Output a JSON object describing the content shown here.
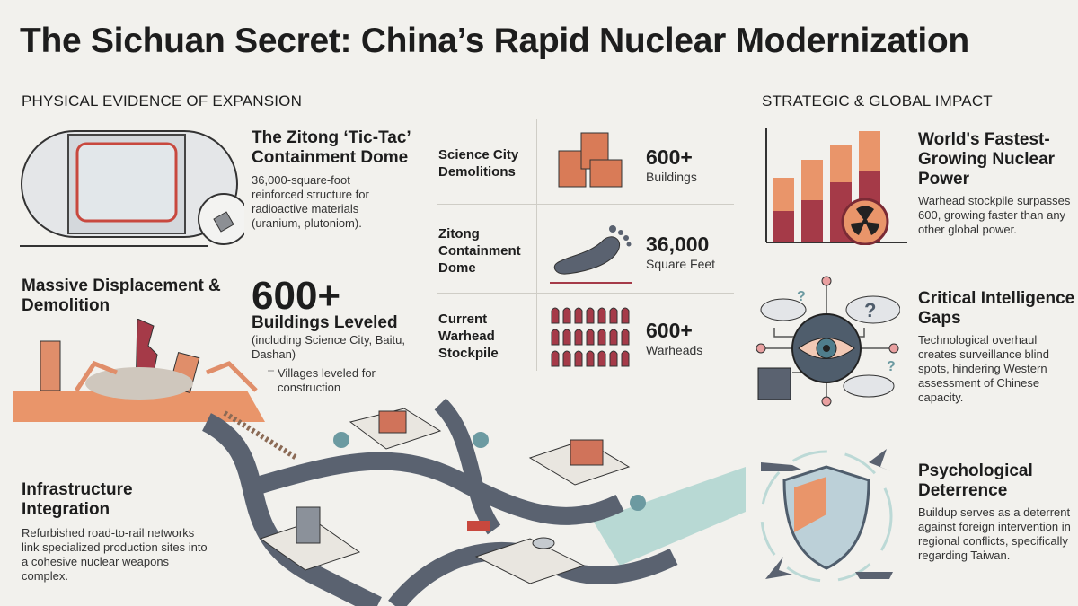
{
  "title": "The Sichuan Secret: China’s Rapid Nuclear Modernization",
  "left": {
    "section_title": "PHYSICAL EVIDENCE OF EXPANSION",
    "dome": {
      "title": "The Zitong ‘Tic-Tac’ Containment Dome",
      "text": "36,000-square-foot reinforced structure for radioactive materials (uranium, plutoniom)."
    },
    "displacement": {
      "title": "Massive Displacement & Demolition",
      "stat": "600+",
      "stat_label": "Buildings Leveled",
      "detail": "(including Science City, Baitu, Dashan)",
      "callout": "Villages leveled for construction"
    },
    "infrastructure": {
      "title": "Infrastructure Integration",
      "text": "Refurbished road-to-rail networks link specialized production sites into a cohesive nuclear weapons complex."
    }
  },
  "middle": {
    "rows": [
      {
        "label": "Science City Demolitions",
        "value": "600+",
        "unit": "Buildings",
        "icon": "buildings-stack-icon"
      },
      {
        "label": "Zitong Containment Dome",
        "value": "36,000",
        "unit": "Square Feet",
        "icon": "footprint-icon"
      },
      {
        "label": "Current Warhead Stockpile",
        "value": "600+",
        "unit": "Warheads",
        "icon": "warheads-icon"
      }
    ]
  },
  "right": {
    "section_title": "STRATEGIC & GLOBAL IMPACT",
    "items": [
      {
        "title": "World's Fastest-Growing Nuclear Power",
        "text": "Warhead stockpile surpasses 600, growing faster than any other global power."
      },
      {
        "title": "Critical Intelligence Gaps",
        "text": "Technological overhaul creates surveillance blind spots, hindering Western assessment of Chinese capacity."
      },
      {
        "title": "Psychological Deterrence",
        "text": "Buildup serves as a deterrent against foreign intervention in regional conflicts, specifically regarding Taiwan."
      }
    ]
  },
  "colors": {
    "bg": "#f2f1ed",
    "red": "#a53a48",
    "orange": "#e9956a",
    "slate": "#4f5d6c"
  }
}
